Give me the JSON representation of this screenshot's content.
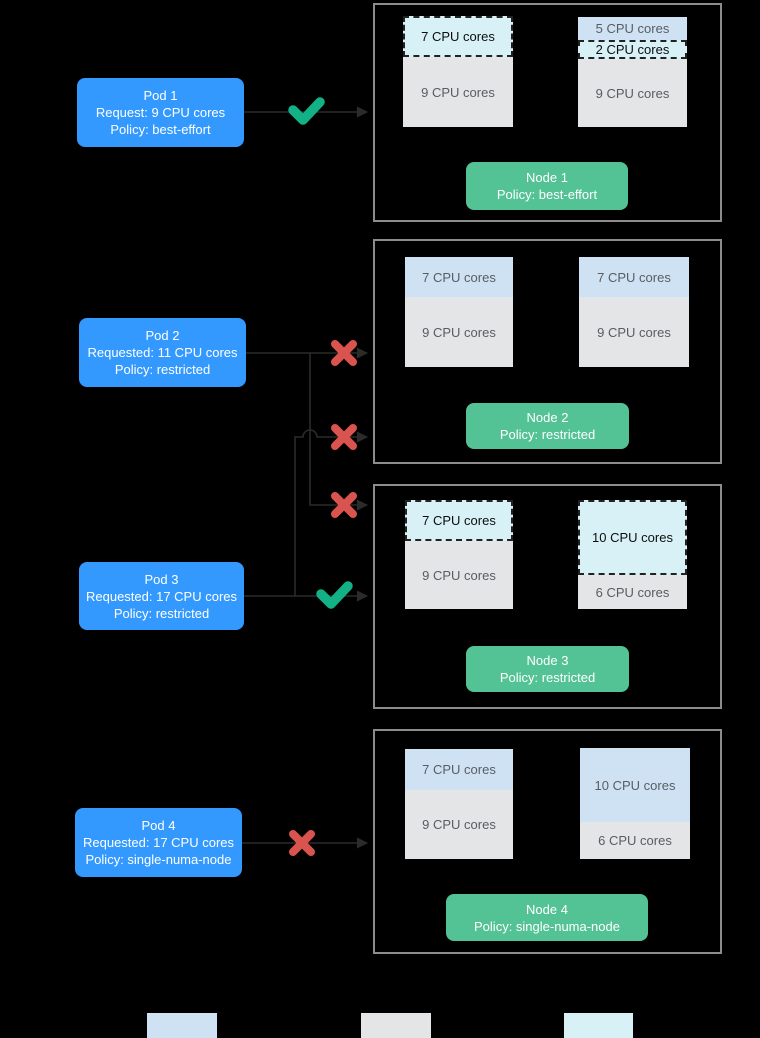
{
  "diagram": {
    "pods": [
      {
        "name": "Pod 1",
        "request": "Request: 9 CPU cores",
        "policy": "Policy: best-effort",
        "outcome": "accepted"
      },
      {
        "name": "Pod 2",
        "request": "Requested: 11 CPU cores",
        "policy": "Policy: restricted",
        "outcome": "rejected"
      },
      {
        "name": "Pod 3",
        "request": "Requested: 17 CPU cores",
        "policy": "Policy: restricted",
        "outcome": "accepted"
      },
      {
        "name": "Pod 4",
        "request": "Requested: 17 CPU cores",
        "policy": "Policy: single-numa-node",
        "outcome": "rejected"
      }
    ],
    "nodes": [
      {
        "name": "Node 1",
        "policy": "Policy: best-effort",
        "numa0": {
          "b0": "7 CPU cores",
          "b1": "9 CPU cores"
        },
        "numa1": {
          "b0": "5 CPU cores",
          "b1": "2 CPU cores",
          "b2": "9 CPU cores"
        }
      },
      {
        "name": "Node 2",
        "policy": "Policy: restricted",
        "numa0": {
          "b0": "7 CPU cores",
          "b1": "9 CPU cores"
        },
        "numa1": {
          "b0": "7 CPU cores",
          "b1": "9 CPU cores"
        }
      },
      {
        "name": "Node 3",
        "policy": "Policy: restricted",
        "numa0": {
          "b0": "7 CPU cores",
          "b1": "9 CPU cores"
        },
        "numa1": {
          "b0": "10 CPU cores",
          "b1": "6 CPU cores"
        }
      },
      {
        "name": "Node 4",
        "policy": "Policy: single-numa-node",
        "numa0": {
          "b0": "7 CPU cores",
          "b1": "9 CPU cores"
        },
        "numa1": {
          "b0": "10 CPU cores",
          "b1": "6 CPU cores"
        }
      }
    ],
    "legend": {
      "swatches": [
        {
          "color": "#cfe2f3"
        },
        {
          "color": "#e3e5e6"
        },
        {
          "color": "#d8f1f6"
        }
      ]
    },
    "colors": {
      "pod_blue": "#3399ff",
      "node_green": "#53c295",
      "check_green": "#12b286",
      "cross_red": "#d9534f",
      "block_blue": "#cfe2f3",
      "block_gray": "#e3e5e6",
      "block_cyan_dashed": "#d8f1f6",
      "connector": "#2b2b2b",
      "node_border": "#8c8c8c",
      "background": "#000000"
    }
  }
}
